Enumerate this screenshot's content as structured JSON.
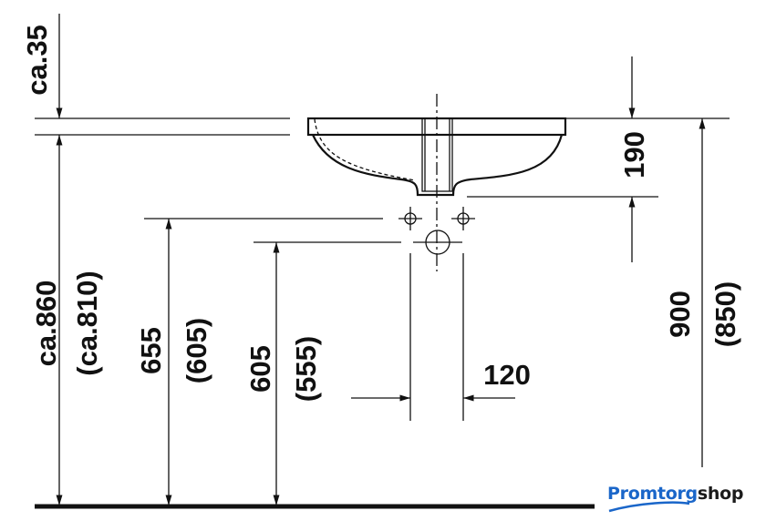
{
  "dimensions": {
    "top_gap": "ca.35",
    "rim_height": "ca.860",
    "rim_height_alt": "(ca.810)",
    "supply_height": "655",
    "supply_height_alt": "(605)",
    "waste_height": "605",
    "waste_height_alt": "(555)",
    "basin_depth": "190",
    "counter_height": "900",
    "counter_height_alt": "(850)",
    "supply_spacing": "120"
  },
  "watermark": {
    "part1": "Promtorg",
    "part2": "shop"
  },
  "colors": {
    "line": "#111111",
    "brand_blue": "#1a66c9"
  }
}
